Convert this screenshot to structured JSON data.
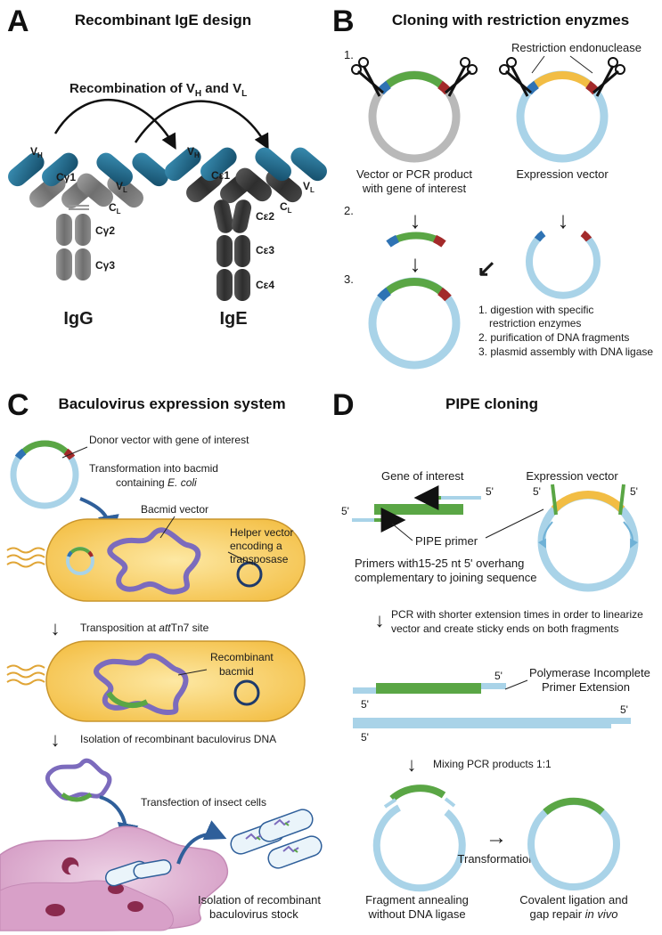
{
  "panels": {
    "A": {
      "letter": "A",
      "title": "Recombinant IgE design",
      "recombination": "Recombination of V",
      "rec_sub_h": "H",
      "rec_and": " and V",
      "rec_sub_l": "L",
      "igg": {
        "name": "IgG",
        "vh": "V",
        "vh_sub": "H",
        "vl": "V",
        "vl_sub": "L",
        "cl": "C",
        "cl_sub": "L",
        "c1": "Cγ1",
        "c2": "Cγ2",
        "c3": "Cγ3"
      },
      "ige": {
        "name": "IgE",
        "vh": "V",
        "vh_sub": "H",
        "vl": "V",
        "vl_sub": "L",
        "cl": "C",
        "cl_sub": "L",
        "c1": "Cε1",
        "c2": "Cε2",
        "c3": "Cε3",
        "c4": "Cε4"
      }
    },
    "B": {
      "letter": "B",
      "title": "Cloning with restriction enyzmes",
      "step1": "1.",
      "step2": "2.",
      "step3": "3.",
      "restriction_label": "Restriction endonuclease",
      "vector_label_1": "Vector or PCR product",
      "vector_label_2": "with gene of interest",
      "expression_label": "Expression vector",
      "legend": [
        "1. digestion with specific",
        "restriction enzymes",
        "2. purification of DNA fragments",
        "3. plasmid assembly with DNA ligase"
      ]
    },
    "C": {
      "letter": "C",
      "title": "Baculovirus expression system",
      "donor": "Donor vector with gene of interest",
      "transformation": "Transformation into bacmid",
      "containing": "containing ",
      "ecoli": "E. coli",
      "bacmid": "Bacmid vector",
      "helper_1": "Helper vector",
      "helper_2": "encoding a",
      "helper_3": "transposase",
      "transposition_pre": "Transposition at ",
      "transposition_italic": "att",
      "transposition_post": "Tn7 site",
      "recombinant_1": "Recombinant",
      "recombinant_2": "bacmid",
      "isolation_dna": "Isolation of recombinant baculovirus DNA",
      "transfection": "Transfection of insect cells",
      "stock_1": "Isolation of recombinant",
      "stock_2": "baculovirus stock"
    },
    "D": {
      "letter": "D",
      "title": "PIPE cloning",
      "gene": "Gene of interest",
      "expression": "Expression vector",
      "five_prime": "5'",
      "pipe_primer": "PIPE primer",
      "primers_1": "Primers with15-25 nt 5' overhang",
      "primers_2": "complementary to joining sequence",
      "pcr_1": "PCR with shorter extension times in order to linearize",
      "pcr_2": "vector and create sticky ends on both fragments",
      "pipe_full_1": "Polymerase Incomplete",
      "pipe_full_2": "Primer Extension",
      "mixing": "Mixing PCR products 1:1",
      "transformation": "Transformation",
      "annealing_1": "Fragment annealing",
      "annealing_2": "without DNA ligase",
      "ligation_1": "Covalent ligation and",
      "ligation_2": "gap repair ",
      "ligation_italic": "in vivo"
    }
  },
  "colors": {
    "blue_vector": "#a9d3e8",
    "gene_green": "#5aa645",
    "site_blue": "#2f73b4",
    "site_red": "#a32a2a",
    "grey_vector": "#b9b9b9",
    "yellow_insert": "#f2bd44",
    "igg_grey": "#7a7a7a",
    "ige_dark": "#3b3b3b",
    "variable_teal": "#1d6383",
    "bacterium_fill": "#f8cd5b",
    "bacmid_purple": "#7c6bbd",
    "cell_pink": "#dba6cd",
    "arrow_blue": "#2f5f9a"
  }
}
